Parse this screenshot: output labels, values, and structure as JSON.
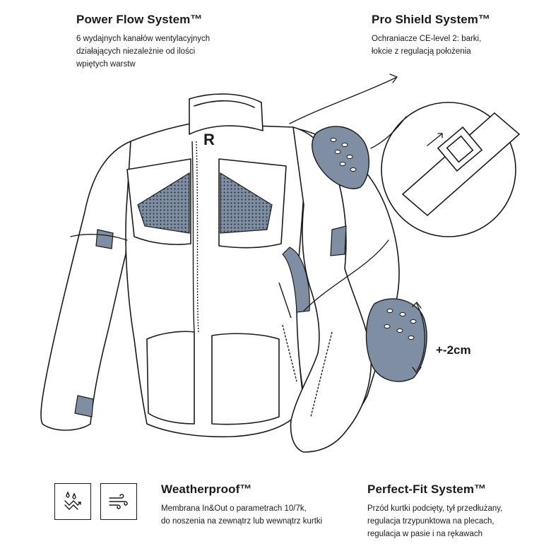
{
  "features": {
    "power_flow": {
      "title": "Power Flow System™",
      "description": "6 wydajnych kanałów wentylacyjnych\ndziałających niezależnie od ilości\nwpiętych warstw"
    },
    "pro_shield": {
      "title": "Pro Shield System™",
      "description": "Ochraniacze CE-level 2: barki,\nłokcie z regulacją położenia"
    },
    "weatherproof": {
      "title": "Weatherproof™",
      "description": "Membrana In&Out o parametrach 10/7k,\ndo noszenia na zewnątrz lub wewnątrz kurtki"
    },
    "perfect_fit": {
      "title": "Perfect-Fit System™",
      "description": "Przód kurtki podcięty, tył przedłużany,\nregulacja trzypunktowa na plecach,\nregulacja w pasie i na rękawach"
    }
  },
  "adjustment_label": "+-2cm",
  "icons": [
    "water-droplets-icon",
    "wind-icon"
  ],
  "colors": {
    "outline": "#1a1a1a",
    "armor": "#7f8ea3",
    "mesh": "#7f8ea3",
    "background": "#ffffff"
  }
}
